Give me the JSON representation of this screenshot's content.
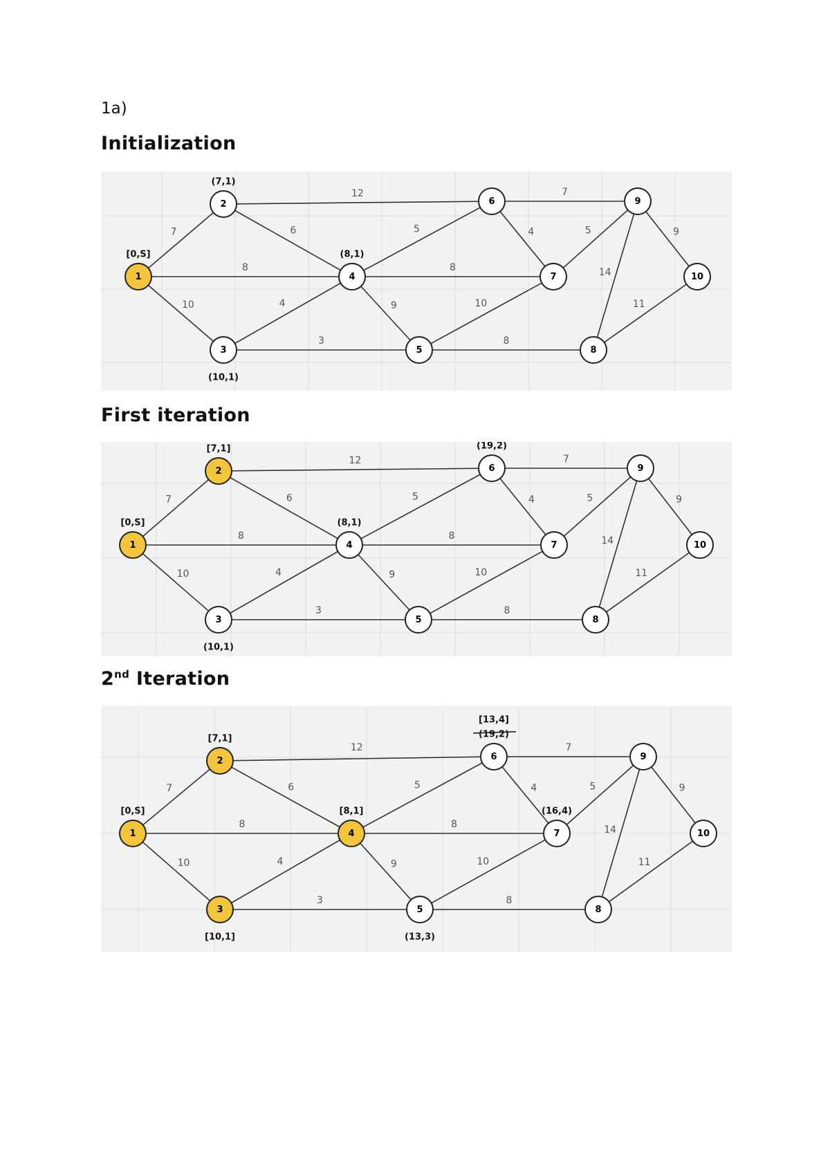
{
  "part_label": "1a)",
  "colors": {
    "visited": "#f2c53d",
    "unvisited": "#ffffff",
    "panel_bg": "#f2f2f2"
  },
  "edges": [
    {
      "from": "1",
      "to": "2",
      "weight": "7"
    },
    {
      "from": "1",
      "to": "4",
      "weight": "8"
    },
    {
      "from": "1",
      "to": "3",
      "weight": "10"
    },
    {
      "from": "2",
      "to": "6",
      "weight": "12"
    },
    {
      "from": "2",
      "to": "4",
      "weight": "6"
    },
    {
      "from": "3",
      "to": "4",
      "weight": "4"
    },
    {
      "from": "3",
      "to": "5",
      "weight": "3"
    },
    {
      "from": "4",
      "to": "6",
      "weight": "5"
    },
    {
      "from": "4",
      "to": "7",
      "weight": "8"
    },
    {
      "from": "4",
      "to": "5",
      "weight": "9"
    },
    {
      "from": "5",
      "to": "7",
      "weight": "10"
    },
    {
      "from": "5",
      "to": "8",
      "weight": "8"
    },
    {
      "from": "6",
      "to": "9",
      "weight": "7"
    },
    {
      "from": "6",
      "to": "7",
      "weight": "4"
    },
    {
      "from": "7",
      "to": "9",
      "weight": "5"
    },
    {
      "from": "9",
      "to": "8",
      "weight": "14"
    },
    {
      "from": "9",
      "to": "10",
      "weight": "9"
    },
    {
      "from": "8",
      "to": "10",
      "weight": "11"
    }
  ],
  "panels": [
    {
      "title": "Initialization",
      "visited": [
        "1"
      ],
      "labels": [
        {
          "node": "1",
          "text": "[0,S]",
          "pos": "above"
        },
        {
          "node": "2",
          "text": "(7,1)",
          "pos": "above"
        },
        {
          "node": "4",
          "text": "(8,1)",
          "pos": "above"
        },
        {
          "node": "3",
          "text": "(10,1)",
          "pos": "below"
        }
      ]
    },
    {
      "title": "First iteration",
      "visited": [
        "1",
        "2"
      ],
      "labels": [
        {
          "node": "1",
          "text": "[0,S]",
          "pos": "above"
        },
        {
          "node": "2",
          "text": "[7,1]",
          "pos": "above"
        },
        {
          "node": "4",
          "text": "(8,1)",
          "pos": "above"
        },
        {
          "node": "6",
          "text": "(19,2)",
          "pos": "above"
        },
        {
          "node": "3",
          "text": "(10,1)",
          "pos": "below"
        }
      ]
    },
    {
      "title_main": "2",
      "title_sup": "nd",
      "title_rest": " Iteration",
      "visited": [
        "1",
        "2",
        "3",
        "4"
      ],
      "labels": [
        {
          "node": "1",
          "text": "[0,S]",
          "pos": "above"
        },
        {
          "node": "2",
          "text": "[7,1]",
          "pos": "above"
        },
        {
          "node": "4",
          "text": "[8,1]",
          "pos": "above"
        },
        {
          "node": "6",
          "text": "[13,4]",
          "pos": "above2"
        },
        {
          "node": "6",
          "text": "(19,2)",
          "pos": "above",
          "struck": true
        },
        {
          "node": "7",
          "text": "(16,4)",
          "pos": "above"
        },
        {
          "node": "3",
          "text": "[10,1]",
          "pos": "below"
        },
        {
          "node": "5",
          "text": "(13,3)",
          "pos": "below"
        }
      ]
    }
  ]
}
